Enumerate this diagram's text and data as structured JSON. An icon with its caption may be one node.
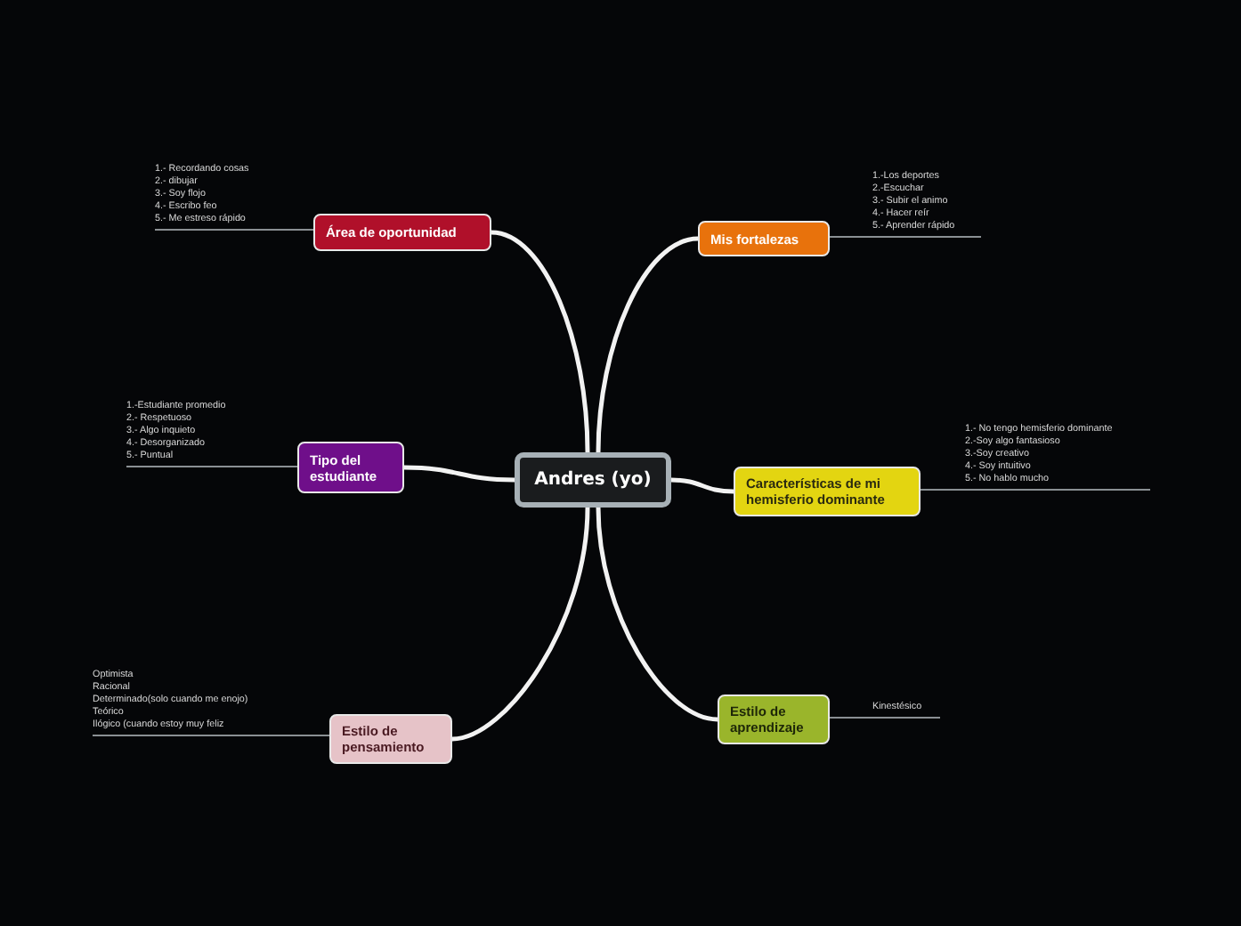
{
  "diagram": {
    "nodes": [
      {
        "text": [
          "Andres (yo)"
        ]
      },
      {
        "text": [
          "Área de oportunidad"
        ]
      },
      {
        "text": [
          "1.- Recordando cosas",
          "2.- dibujar",
          "3.- Soy flojo",
          "4.- Escribo feo",
          "5.- Me estreso rápido"
        ]
      },
      {
        "text": [
          "Mis fortalezas"
        ]
      },
      {
        "text": [
          "1.-Los deportes",
          "2.-Escuchar",
          "3.- Subir el animo",
          "4.- Hacer reír",
          "5.- Aprender rápido"
        ]
      },
      {
        "text": [
          "Tipo del estudiante"
        ]
      },
      {
        "text": [
          "1.-Estudiante promedio",
          "2.- Respetuoso",
          "3.- Algo inquieto",
          "4.- Desorganizado",
          "5.- Puntual"
        ]
      },
      {
        "text": [
          "Características de mi hemisferio dominante"
        ]
      },
      {
        "text": [
          "1.- No tengo hemisferio dominante",
          "2.-Soy algo fantasioso",
          "3.-Soy creativo",
          "4.- Soy intuitivo",
          "5.- No hablo mucho"
        ]
      },
      {
        "text": [
          "Estilo de pensamiento"
        ]
      },
      {
        "text": [
          "Optimista",
          "Racional",
          "Determinado(solo cuando me enojo)",
          "Teórico",
          "Ilógico (cuando estoy muy feliz"
        ]
      },
      {
        "text": [
          "Estilo de aprendizaje"
        ]
      },
      {
        "text": [
          "Kinestésico"
        ]
      }
    ],
    "edges": [
      {
        "from": 0,
        "to": 1,
        "arrow": "none",
        "style": "thick"
      },
      {
        "from": 1,
        "to": 2,
        "arrow": "none",
        "color": "#8a8f93"
      },
      {
        "from": 0,
        "to": 3,
        "arrow": "none",
        "style": "thick"
      },
      {
        "from": 3,
        "to": 4,
        "arrow": "none",
        "color": "#8a8f93"
      },
      {
        "from": 0,
        "to": 5,
        "arrow": "none",
        "style": "thick"
      },
      {
        "from": 5,
        "to": 6,
        "arrow": "none",
        "color": "#8a8f93"
      },
      {
        "from": 0,
        "to": 7,
        "arrow": "none",
        "style": "thick"
      },
      {
        "from": 7,
        "to": 8,
        "arrow": "none",
        "color": "#8a8f93"
      },
      {
        "from": 0,
        "to": 9,
        "arrow": "none",
        "style": "thick"
      },
      {
        "from": 9,
        "to": 10,
        "arrow": "none",
        "color": "#8a8f93"
      },
      {
        "from": 0,
        "to": 11,
        "arrow": "none",
        "style": "thick"
      },
      {
        "from": 11,
        "to": 12,
        "arrow": "none",
        "color": "#8a8f93"
      }
    ]
  }
}
